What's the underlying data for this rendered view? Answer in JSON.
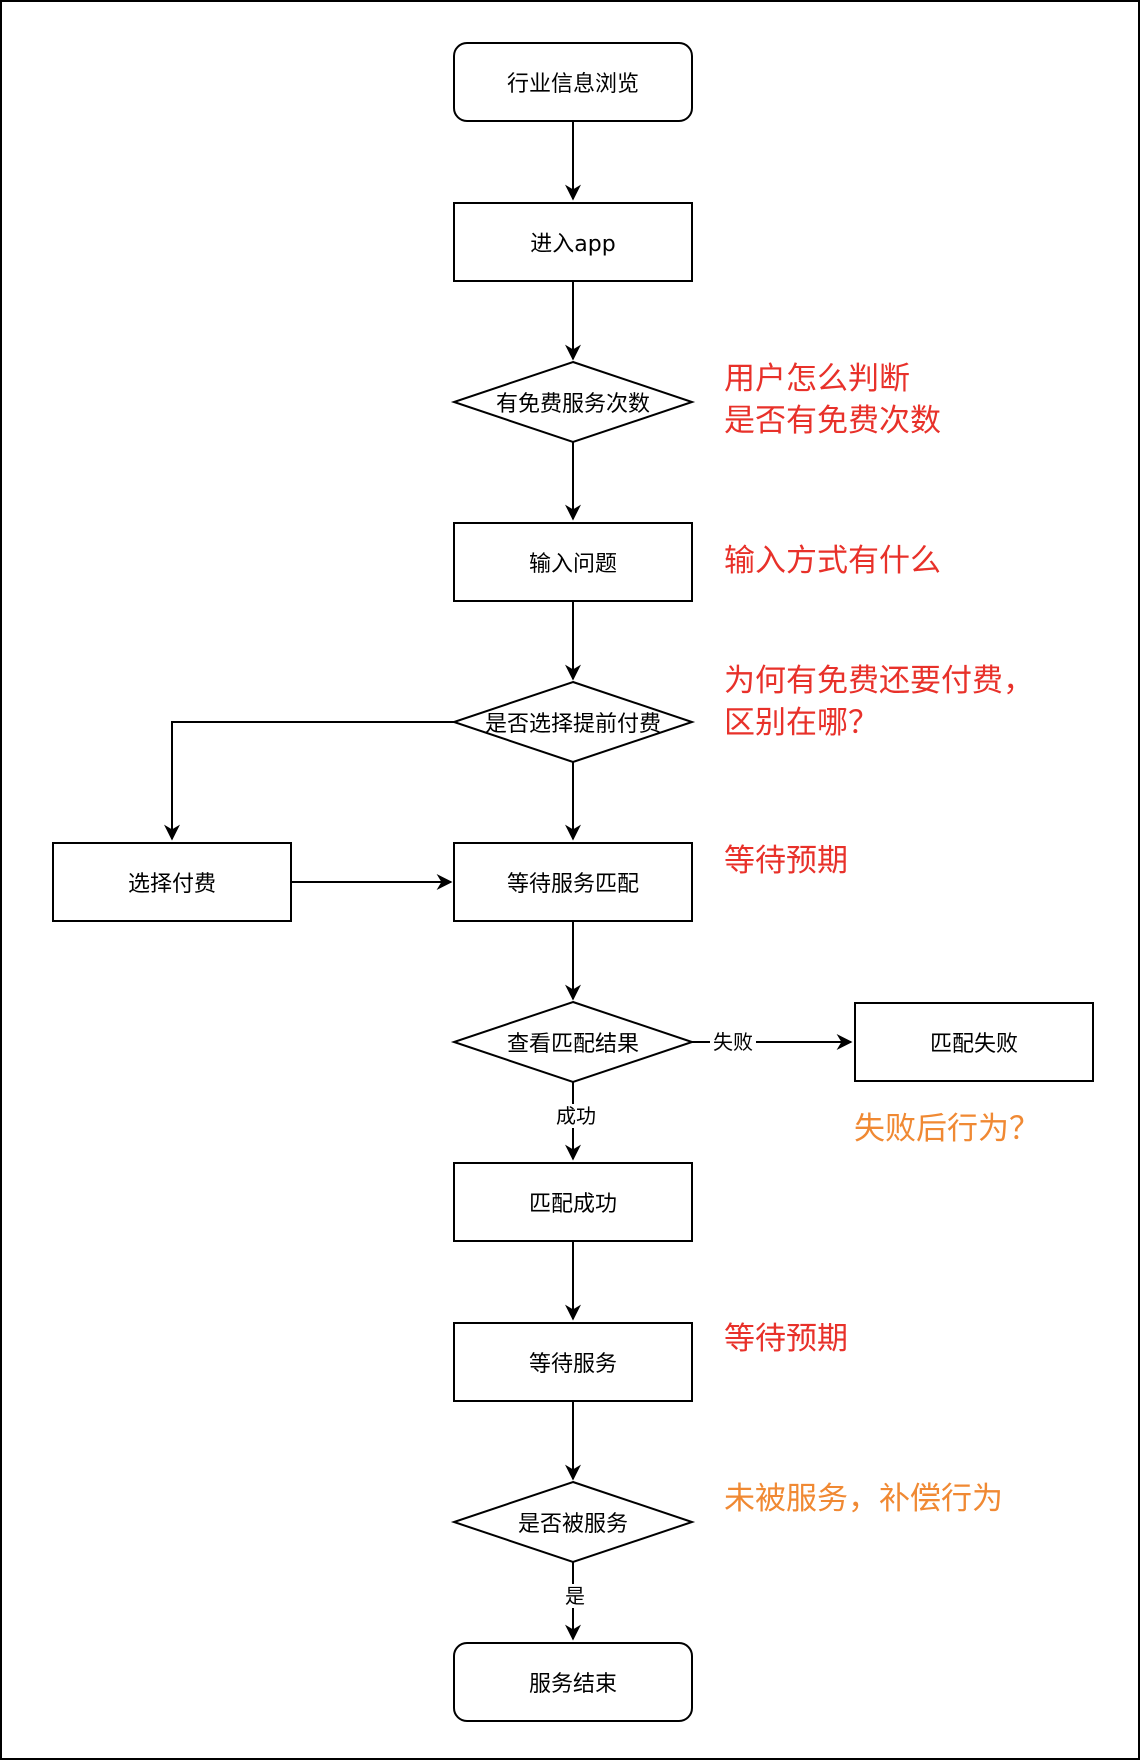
{
  "nodes": {
    "browse": "行业信息浏览",
    "enter_app": "进入app",
    "free_check": "有免费服务次数",
    "input_question": "输入问题",
    "prepay_check": "是否选择提前付费",
    "choose_pay": "选择付费",
    "wait_match": "等待服务匹配",
    "check_result": "查看匹配结果",
    "match_fail": "匹配失败",
    "match_success": "匹配成功",
    "wait_service": "等待服务",
    "served_check": "是否被服务",
    "service_end": "服务结束"
  },
  "edge_labels": {
    "fail": "失败",
    "success": "成功",
    "yes": "是"
  },
  "notes": {
    "free_judge_line1": "用户怎么判断",
    "free_judge_line2": "是否有免费次数",
    "input_methods": "输入方式有什么",
    "why_pay_line1": "为何有免费还要付费，",
    "why_pay_line2": "区别在哪？",
    "wait_expect_1": "等待预期",
    "fail_behavior": "失败后行为？",
    "wait_expect_2": "等待预期",
    "compensation": "未被服务，补偿行为"
  },
  "colors": {
    "note_red": "#e8312a",
    "note_orange": "#f08933",
    "stroke": "#000000"
  }
}
